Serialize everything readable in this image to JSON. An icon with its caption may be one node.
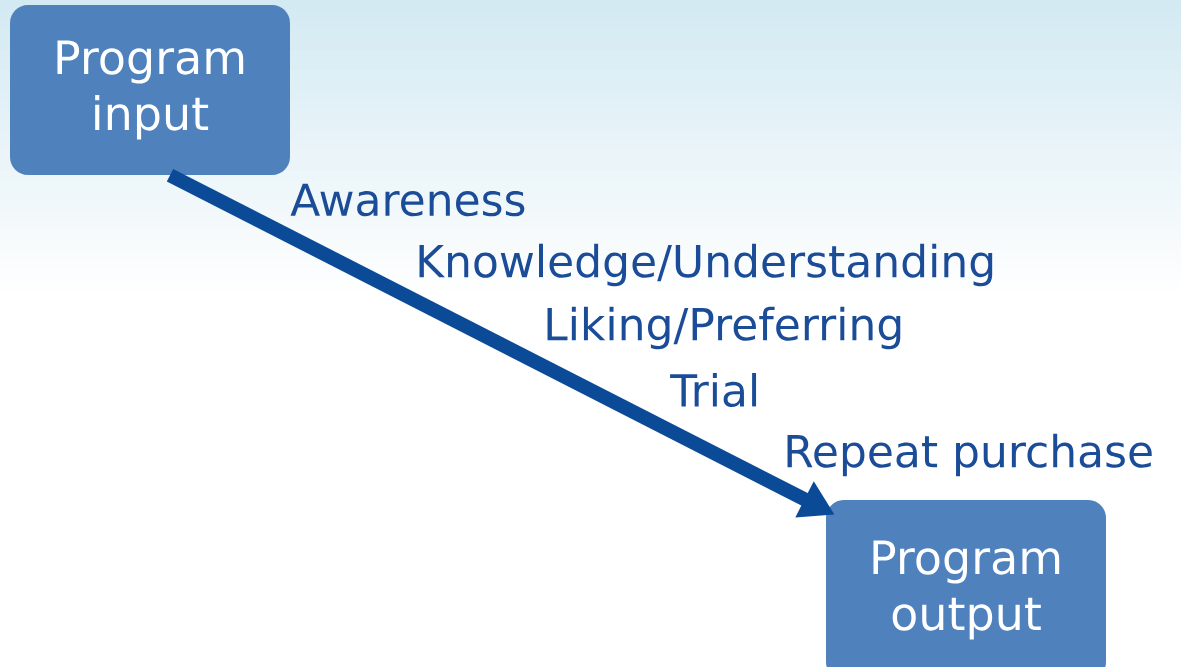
{
  "diagram": {
    "nodes": [
      {
        "text": [
          "Program input"
        ]
      },
      {
        "text": [
          "Program output"
        ]
      }
    ],
    "edges": [
      {
        "from": 0,
        "to": 1,
        "arrow": "to"
      }
    ],
    "labels": [
      "Awareness",
      "Knowledge/Understanding",
      "Liking/Preferring",
      "Trial",
      "Repeat purchase"
    ]
  }
}
